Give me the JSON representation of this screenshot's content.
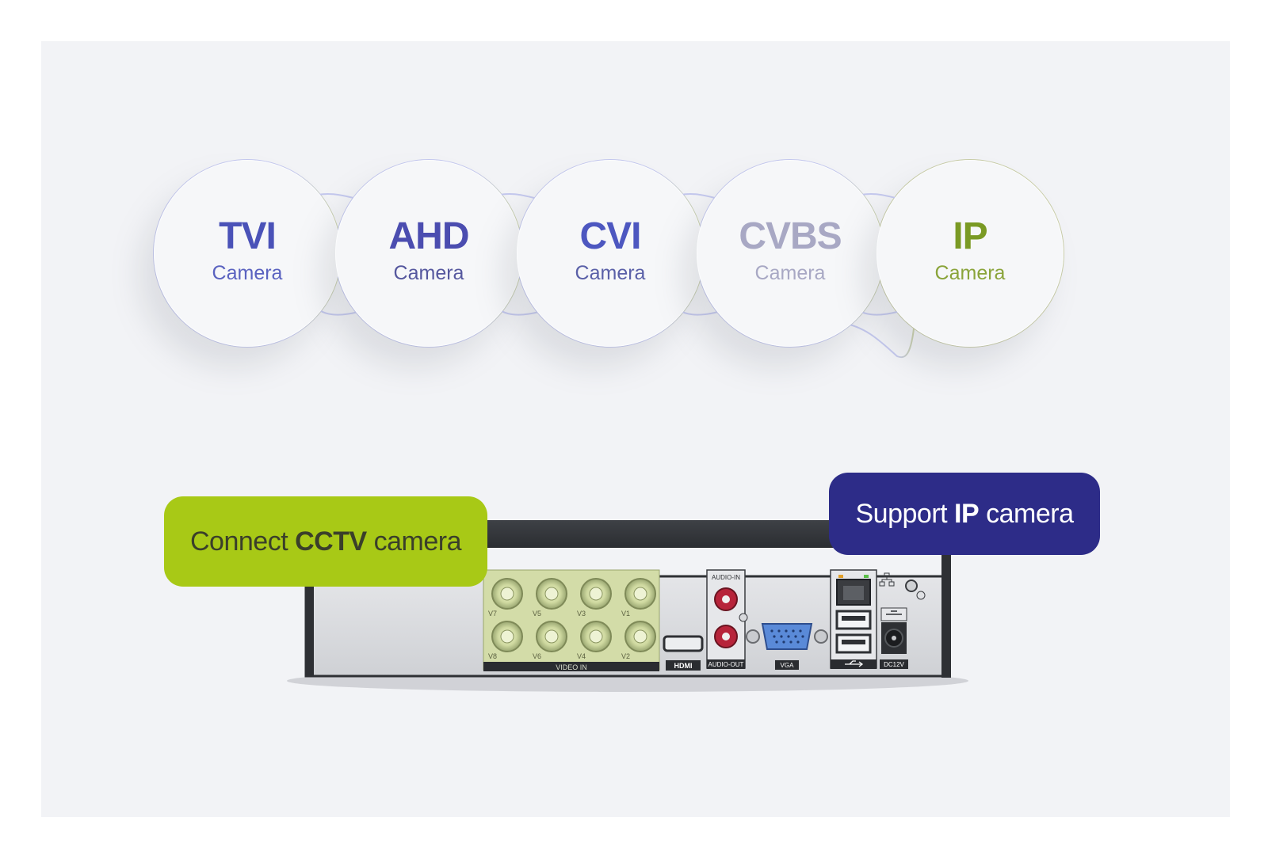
{
  "cameras": [
    {
      "type": "TVI",
      "sub": "Camera",
      "color": "#4a52b8",
      "sub_color": "#5a62c0"
    },
    {
      "type": "AHD",
      "sub": "Camera",
      "color": "#4b4db0",
      "sub_color": "#55579e"
    },
    {
      "type": "CVI",
      "sub": "Camera",
      "color": "#4d57c0",
      "sub_color": "#5a60a8"
    },
    {
      "type": "CVBS",
      "sub": "Camera",
      "color": "#a8a8c4",
      "sub_color": "#a8a8c4"
    },
    {
      "type": "IP",
      "sub": "Camera",
      "color": "#7a9a24",
      "sub_color": "#8aa43a"
    }
  ],
  "bubbles": {
    "cctv": {
      "prefix": "Connect ",
      "bold": "CCTV",
      "suffix": " camera",
      "color": "#a8c916"
    },
    "ip": {
      "prefix": "Support ",
      "bold": "IP",
      "suffix": " camera",
      "color": "#2d2c88"
    }
  },
  "dvr": {
    "ports": {
      "video_in": "VIDEO IN",
      "hdmi": "HDMI",
      "audio_in": "AUDIO-IN",
      "audio_out": "AUDIO-OUT",
      "vga": "VGA",
      "dc": "DC12V"
    },
    "channels_top": [
      "V7",
      "V5",
      "V3",
      "V1"
    ],
    "channels_bottom": [
      "V8",
      "V6",
      "V4",
      "V2"
    ]
  }
}
